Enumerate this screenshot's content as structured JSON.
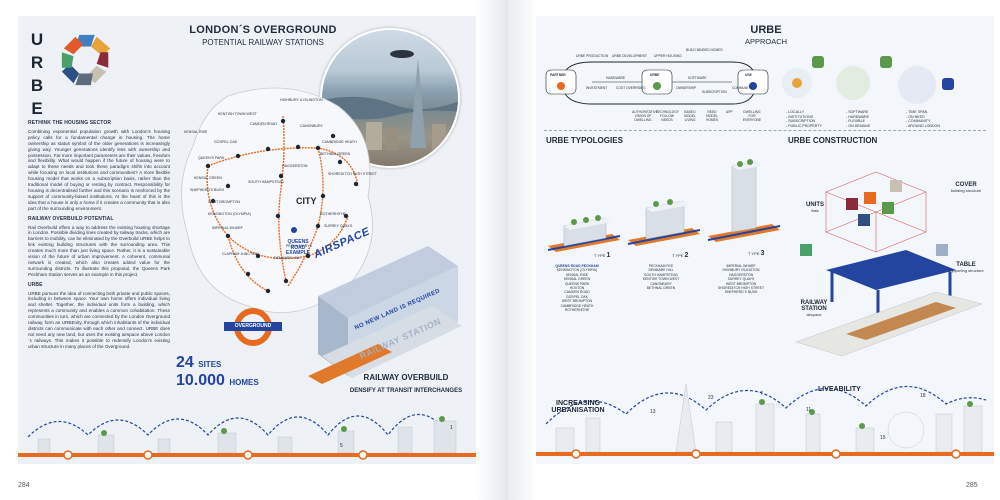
{
  "left_page": {
    "urbe_vertical": [
      "U",
      "R",
      "B",
      "E"
    ],
    "title": "LONDON´S OVERGROUND",
    "subtitle": "POTENTIAL RAILWAY STATIONS",
    "sections": [
      {
        "heading": "RETHINK THE HOUSING SECTOR",
        "body": "Combining exponential population growth with London's housing policy calls for a fundamental change in housing. The home ownership as status symbol of the older generations is increasingly giving way. Younger generations identify less with ownership and possession. Far more important parameters are their values, freedom and flexibility. What would happen if the future of housing were to adapt to these needs and took these paradigm shifts into account while focusing on local institutions and communities? A more flexible housing model that works on a subscription basis, rather than the traditional model of buying or renting by contract. Responsibility for housing is decentralised further and this scenario is reinforced by the support of community-based institutions. At the heart of this is the idea that a house is only a home if it creates a community that is also part of the surrounding environment."
      },
      {
        "heading": "RAILWAY OVERBUILD POTENTIAL",
        "body": "Rail Overbuild offers a way to address the existing housing shortage in London. Possible dividing lines created by railway tracks, which are barriers to mobility, can be eliminated by the Overbuild URBE helps to link existing building structures with the surrounding area. This creates much more than just living space. Rather, it is a sustainable vision of the future of urban improvement. A coherent, communal network is created, which also creates added value for the surrounding districts. To illustrate this proposal, the Queens Park Peckham Station serves as an example in this project."
      },
      {
        "heading": "URBE",
        "body": "URBE pursues the idea of connecting both private and public spaces, including in between space. Your own home offers individual living and shelter. Together, the individual units form a building, which represents a community and enables a common cohabitation. These communities in turn, which are connected by the London Overground railway, form an URBEnity, through which inhabitants of the individual districts can communicate with each other and connect. URBE does not need any new land, but uses the existing airspace above London´s railways. This makes it possible to redensify London's existing urban structure in many places of the Overground."
      }
    ],
    "map_labels": {
      "city": "CITY",
      "example": "QUEENS ROAD EXAMPLE",
      "stations": [
        "HIGHBURY & ISLINGTON",
        "KENTISH TOWN WEST",
        "CAMDEN ROAD",
        "KENSAL RISE",
        "GOSPEL OAK",
        "CANONBURY",
        "CAMBRIDGE HEATH",
        "QUEEN'S PARK",
        "HAGGERSTON",
        "BETHNAL GREEN",
        "KENSAL GREEN",
        "SOUTH HAMPSTEAD",
        "SHOREDITCH HIGH STREET",
        "SHEPHERD'S BUSH",
        "WEST BROMPTON",
        "ROTHERHITHE",
        "KENSINGTON (OLYMPIA)",
        "SURREY QUAYS",
        "IMPERIAL WHARF",
        "PECKHAM RYE",
        "CLAPHAM JUNCTION",
        "DENMARK HILL"
      ]
    },
    "roundel_label": "OVERGROUND",
    "airspace_label": "AIRSPACE",
    "no_new_land": "NO NEW LAND IS REQUIRED",
    "railway_station_sign": "RAILWAY STATION",
    "sites_count": "24",
    "sites_label": "SITES",
    "homes_count": "10.000",
    "homes_label": "HOMES",
    "overbuild_title": "RAILWAY OVERBUILD",
    "overbuild_sub": "DENSIFY AT TRANSIT INTERCHANGES",
    "skyline_numbers": [
      "5",
      "1"
    ],
    "page_number": "284"
  },
  "right_page": {
    "title": "URBE",
    "subtitle": "APPROACH",
    "diagram": {
      "partner": "PARTNER",
      "urbe": "URBE",
      "use": "USE",
      "top_labels": [
        "URBE PRODUCTION",
        "URBE DEVELOPMENT",
        "UPPER HOUSING",
        "BUILD MINDED HOMES"
      ],
      "flow_labels": [
        "HARDWARE",
        "SOFTWARE"
      ],
      "mid_labels": [
        "INVESTMENT",
        "COST OVERRIDES",
        "OWNERSHIP",
        "SUBSCRIPTION",
        "COMMUNITY"
      ],
      "bottom_labels": [
        "AUTHORITATIVE VISION OF DWELLING",
        "TECHNOLOGY FOLLOW NEEDS",
        "BASED MODEL LIVING",
        "NEED MODEL HOMES",
        "APP",
        "DWELLING FOR EVERYONE"
      ]
    },
    "approach_lists": [
      [
        "- LOCALLY",
        "- INSTITUTIONS",
        "- SUBSCRIPTION",
        "- PUBLIC PROPERTY"
      ],
      [
        "- SOFTWARE",
        "- HARDWARE",
        "- FLEXIBLE",
        "- ON DEMAND"
      ],
      [
        "- TIME SPAN",
        "- ON NEED",
        "- COMMUNITY",
        "- AROUND LONDON"
      ]
    ],
    "typologies_title": "URBE TYPOLOGIES",
    "construction_title": "URBE CONSTRUCTION",
    "types": [
      {
        "label": "T YPE",
        "num": "1"
      },
      {
        "label": "T YPE",
        "num": "2"
      },
      {
        "label": "T YPE",
        "num": "3"
      }
    ],
    "type_lists": [
      [
        "QUEENS ROAD PECKHAM",
        "KENSINGTON (OLYMPIA)",
        "KENSAL RISE",
        "KENSAL GREEN",
        "QUEENS PARK",
        "HOXTON",
        "CAMDEN ROAD",
        "GOSPEL OAK",
        "WEST BROMPTON",
        "CAMBRIDGE HEATH",
        "ROTHERHITHE"
      ],
      [
        "PECKHAM RYE",
        "DENMARK HILL",
        "SOUTH HAMPSTEAD",
        "KENTISH TOWN WEST",
        "CANONBURY",
        "BETHNAL GREEN"
      ],
      [
        "IMPERIAL WHARF",
        "HIGHBURY ISLINGTON",
        "HAGGERSTON",
        "SURREY QUAYS",
        "WEST BROMPTON",
        "SHOREDITCH HIGH STREET",
        "SHEPHERD`S BUSH"
      ]
    ],
    "construction_callouts": {
      "units_title": "UNITS",
      "units_sub": "flats",
      "cover_title": "COVER",
      "cover_sub": "building structure",
      "table_title": "TABLE",
      "table_sub": "supporting structure",
      "station_title": "RAILWAY STATION",
      "station_sub": "airspace"
    },
    "bottom": {
      "increasing": "INCREASING URBANISATION",
      "liveability": "LIVEABILITY",
      "numbers": [
        "13",
        "23",
        "7",
        "11",
        "18",
        "15"
      ]
    },
    "page_number": "285"
  },
  "colors": {
    "overground_orange": "#e86a1f",
    "accent_blue": "#2345a0",
    "ink": "#1c2633"
  }
}
